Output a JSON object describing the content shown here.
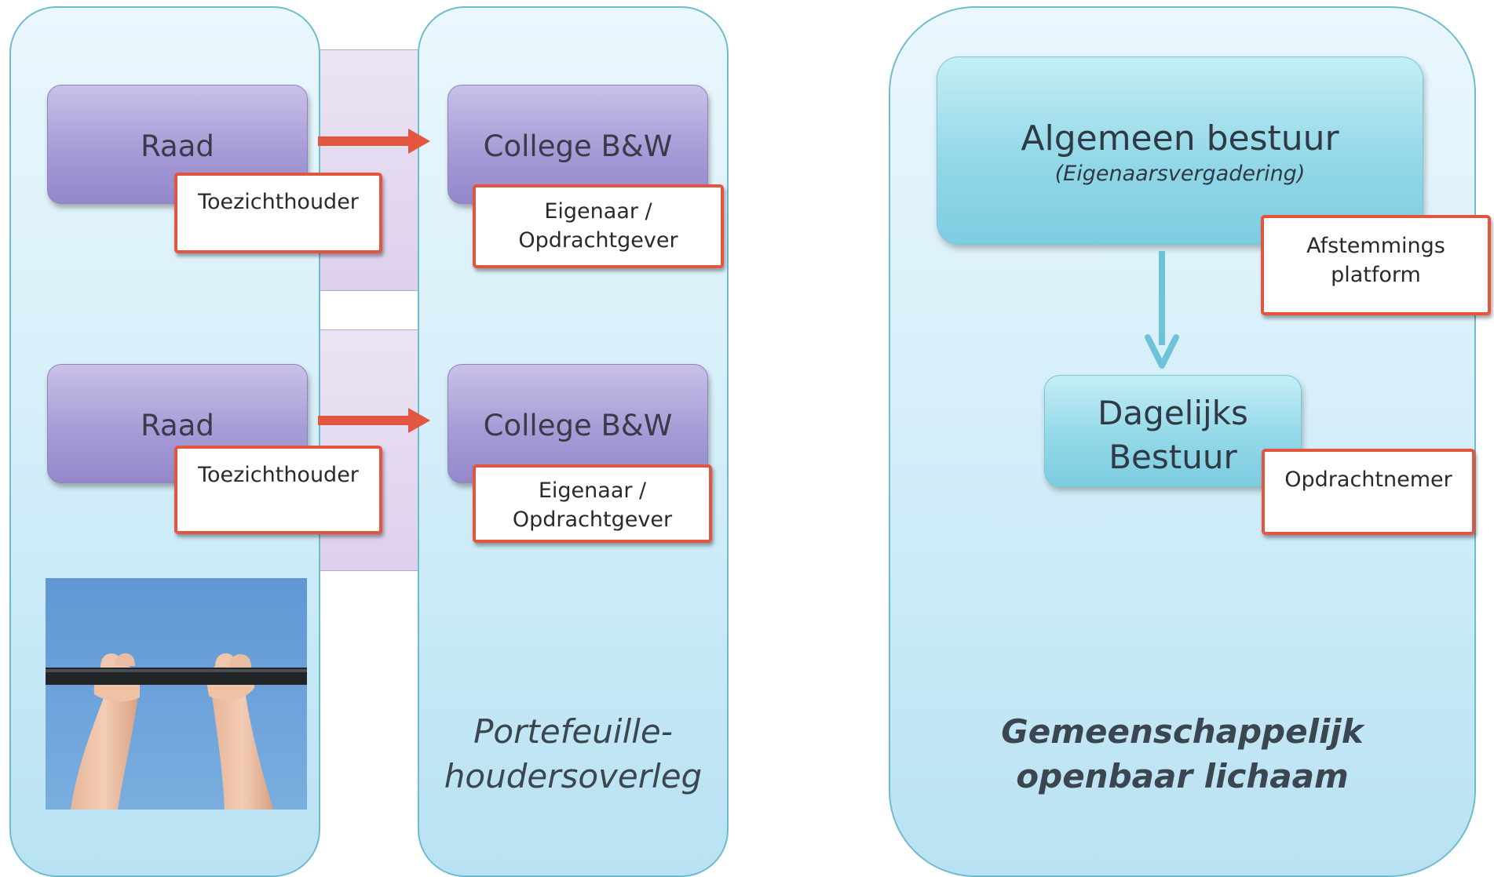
{
  "left": {
    "rows": [
      {
        "raad": "Raad",
        "toezicht": "Toezichthouder",
        "college": "College B&W",
        "rol_lines": [
          "Eigenaar /",
          "Opdrachtgever"
        ]
      },
      {
        "raad": "Raad",
        "toezicht": "Toezichthouder",
        "college": "College B&W",
        "rol_lines": [
          "Eigenaar /",
          "Opdrachtgever"
        ]
      }
    ],
    "caption_lines": [
      "Portefeuille-",
      "houdersoverleg"
    ]
  },
  "right": {
    "ab_title": "Algemeen bestuur",
    "ab_subtitle": "(Eigenaarsvergadering)",
    "ab_tag_lines": [
      "Afstemmings",
      "platform"
    ],
    "db_lines": [
      "Dagelijks",
      "Bestuur"
    ],
    "db_tag": "Opdrachtnemer",
    "caption_lines": [
      "Gemeenschappelijk",
      "openbaar lichaam"
    ]
  },
  "colors": {
    "arrow_red": "#e2553f",
    "arrow_blue": "#6ec3da",
    "tag_border": "#e2553f"
  }
}
